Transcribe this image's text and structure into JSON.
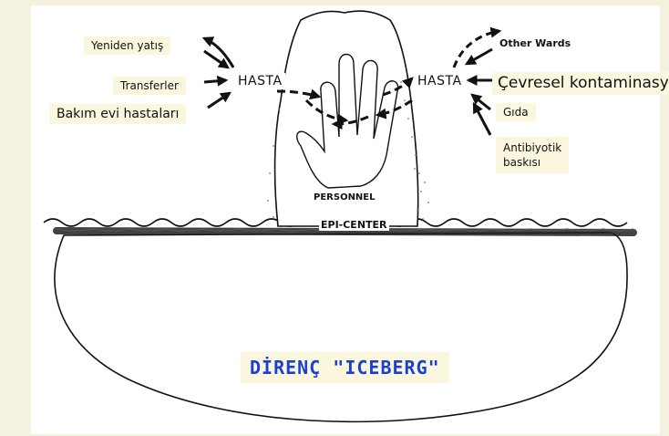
{
  "labels": {
    "left": {
      "readmission": "Yeniden yatış",
      "transfers": "Transferler",
      "nursing_home": "Bakım evi hastaları"
    },
    "right": {
      "other_wards": "Other Wards",
      "environmental": "Çevresel kontaminasyon",
      "food": "Gıda",
      "antibiotic_line1": "Antibiyotik",
      "antibiotic_line2": "baskısı"
    },
    "patient_left": "HASTA",
    "patient_right": "HASTA",
    "personnel": "PERSONNEL",
    "epicenter": "EPI-CENTER",
    "iceberg": "DİRENÇ \"ICEBERG\""
  },
  "colors": {
    "ink": "#111111",
    "label_bg": "#fbf7df",
    "frame_bg": "#f5f1df",
    "iceberg_text": "#1a3fd6"
  }
}
